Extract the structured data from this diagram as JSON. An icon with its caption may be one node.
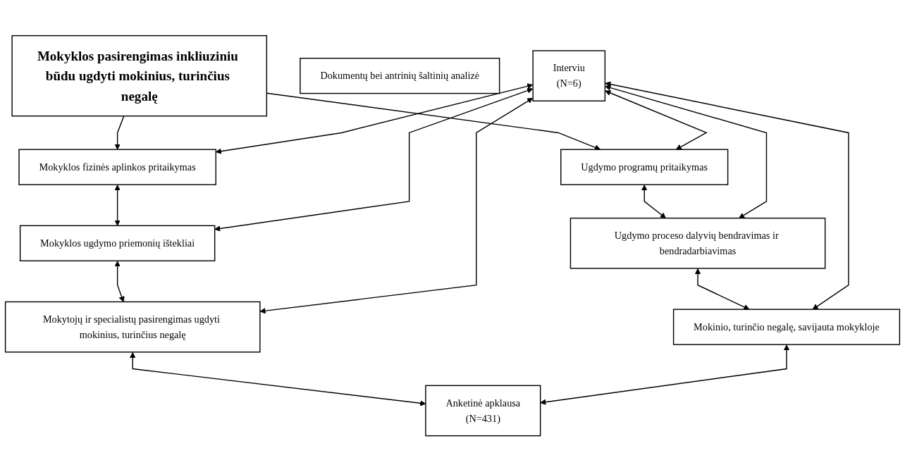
{
  "diagram": {
    "nodes": [
      {
        "text": [
          "Mokyklos pasirengimas inkliuziniu būdu ugdyti mokinius, turinčius negalę"
        ]
      },
      {
        "text": [
          "Mokyklos fizinės aplinkos pritaikymas"
        ]
      },
      {
        "text": [
          "Ugdymo programų pritaikymas"
        ]
      },
      {
        "text": [
          "Mokyklos ugdymo priemonių ištekliai"
        ]
      },
      {
        "text": [
          "Ugdymo proceso dalyvių bendravimas ir bendradarbiavimas"
        ]
      },
      {
        "text": [
          "Mokytojų ir specialistų pasirengimas ugdyti mokinius, turinčius negalę"
        ]
      },
      {
        "text": [
          "Mokinio, turinčio negalę, savijauta mokykloje"
        ]
      },
      {
        "text": [
          "Dokumentų bei antrinių šaltinių analizė"
        ]
      },
      {
        "text": [
          "Anketinė apklausa",
          "(N=431)"
        ]
      },
      {
        "text": [
          "Interviu",
          "(N=6)"
        ]
      }
    ],
    "edges": [
      {
        "from": 0,
        "to": 1,
        "arrow": "to"
      },
      {
        "from": 0,
        "to": 2,
        "arrow": "to"
      },
      {
        "from": 1,
        "to": 3,
        "arrow": "both"
      },
      {
        "from": 3,
        "to": 5,
        "arrow": "both"
      },
      {
        "from": 2,
        "to": 4,
        "arrow": "both"
      },
      {
        "from": 4,
        "to": 6,
        "arrow": "both"
      },
      {
        "from": 5,
        "to": 8,
        "arrow": "both"
      },
      {
        "from": 6,
        "to": 8,
        "arrow": "both"
      },
      {
        "from": 9,
        "to": 1,
        "arrow": "both"
      },
      {
        "from": 9,
        "to": 3,
        "arrow": "both"
      },
      {
        "from": 9,
        "to": 5,
        "arrow": "both"
      },
      {
        "from": 9,
        "to": 2,
        "arrow": "both"
      },
      {
        "from": 9,
        "to": 4,
        "arrow": "both"
      },
      {
        "from": 9,
        "to": 6,
        "arrow": "both"
      }
    ]
  }
}
